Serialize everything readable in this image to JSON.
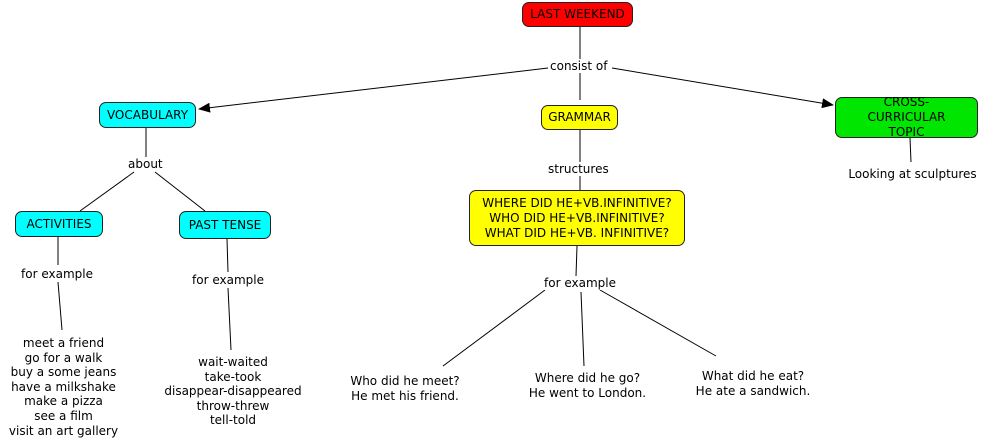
{
  "nodes": {
    "root": "LAST WEEKEND",
    "vocabulary": "VOCABULARY",
    "grammar": "GRAMMAR",
    "cross": "CROSS-CURRICULAR TOPIC",
    "activities": "ACTIVITIES",
    "past_tense": "PAST TENSE",
    "questions": "WHERE DID HE+VB.INFINITIVE?\nWHO DID HE+VB.INFINITIVE?\nWHAT DID HE+VB. INFINITIVE?"
  },
  "link_labels": {
    "consist_of": "consist of",
    "about": "about",
    "structures": "structures",
    "for_example_activities": "for example",
    "for_example_past": "for example",
    "for_example_grammar": "for example"
  },
  "texts": {
    "sculptures": "Looking at sculptures",
    "activities_list": "meet a friend\ngo for a walk\nbuy a some jeans\nhave a milkshake\nmake a pizza\nsee a film\nvisit an art gallery",
    "past_list": "wait-waited\ntake-took\ndisappear-disappeared\nthrow-threw\ntell-told",
    "meet": "Who did he meet?\nHe met his friend.",
    "go": "Where did he go?\nHe went to London.",
    "eat": "What did he eat?\nHe ate a sandwich."
  }
}
